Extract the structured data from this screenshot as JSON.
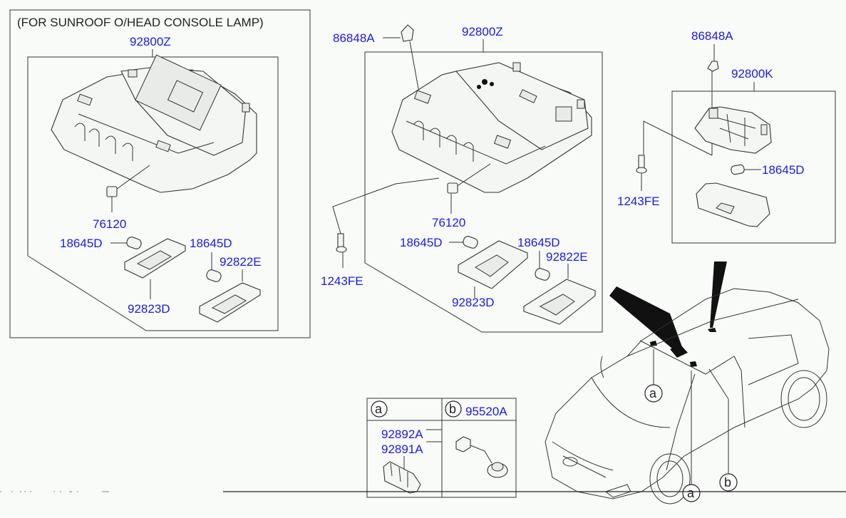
{
  "diagram": {
    "left_panel": {
      "header": "(FOR SUNROOF O/HEAD CONSOLE LAMP)",
      "assembly": "92800Z",
      "socket": "76120",
      "bulb_left": "18645D",
      "bulb_right": "18645D",
      "lens_right": "92822E",
      "lens_left": "92823D"
    },
    "center_panel": {
      "clip": "86848A",
      "assembly": "92800Z",
      "screw": "1243FE",
      "socket": "76120",
      "bulb_left": "18645D",
      "bulb_right": "18645D",
      "lens_right": "92822E",
      "lens_left": "92823D"
    },
    "right_panel": {
      "clip": "86848A",
      "assembly": "92800K",
      "screw": "1243FE",
      "bulb": "18645D"
    },
    "detail_table": {
      "cell_a": {
        "marker": "a",
        "part_1": "92892A",
        "part_2": "92891A"
      },
      "cell_b": {
        "marker": "b",
        "part": "95520A"
      }
    },
    "vehicle_callouts": {
      "a_upper": "a",
      "a_lower": "a",
      "b": "b"
    }
  },
  "colors": {
    "part_number": "#1a1ae6",
    "line": "#333333",
    "background": "#f9fbf9"
  }
}
